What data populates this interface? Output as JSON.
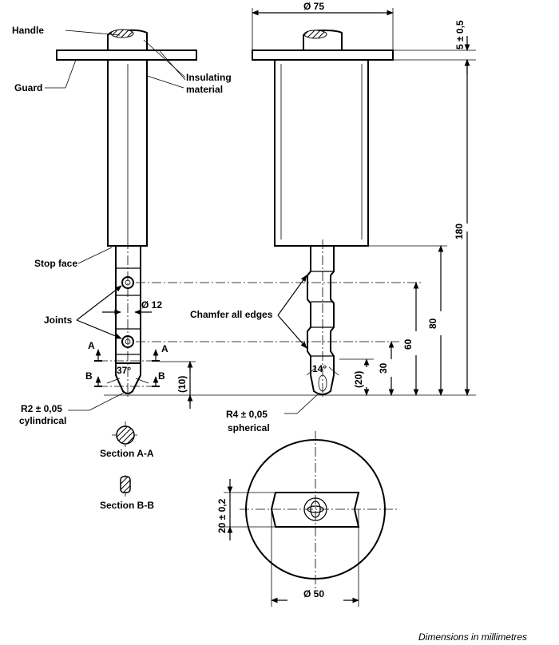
{
  "labels": {
    "handle": "Handle",
    "guard": "Guard",
    "insulating_line1": "Insulating",
    "insulating_line2": "material",
    "stop_face": "Stop face",
    "joints": "Joints",
    "chamfer": "Chamfer all edges",
    "r2_line1": "R2 ± 0,05",
    "r2_line2": "cylindrical",
    "r4_line1": "R4 ± 0,05",
    "r4_line2": "spherical",
    "section_aa": "Section A-A",
    "section_bb": "Section B-B",
    "a": "A",
    "b": "B"
  },
  "dimensions": {
    "d75": "Ø 75",
    "d12": "Ø 12",
    "d50": "Ø 50",
    "five_tol": "5 ± 0,5",
    "d180": "180",
    "d80": "80",
    "d60": "60",
    "d30": "30",
    "d20": "(20)",
    "d10": "(10)",
    "twenty_tol": "20 ± 0,2",
    "angle37": "37°",
    "angle14": "14°"
  },
  "footer": {
    "units_note": "Dimensions in millimetres"
  }
}
